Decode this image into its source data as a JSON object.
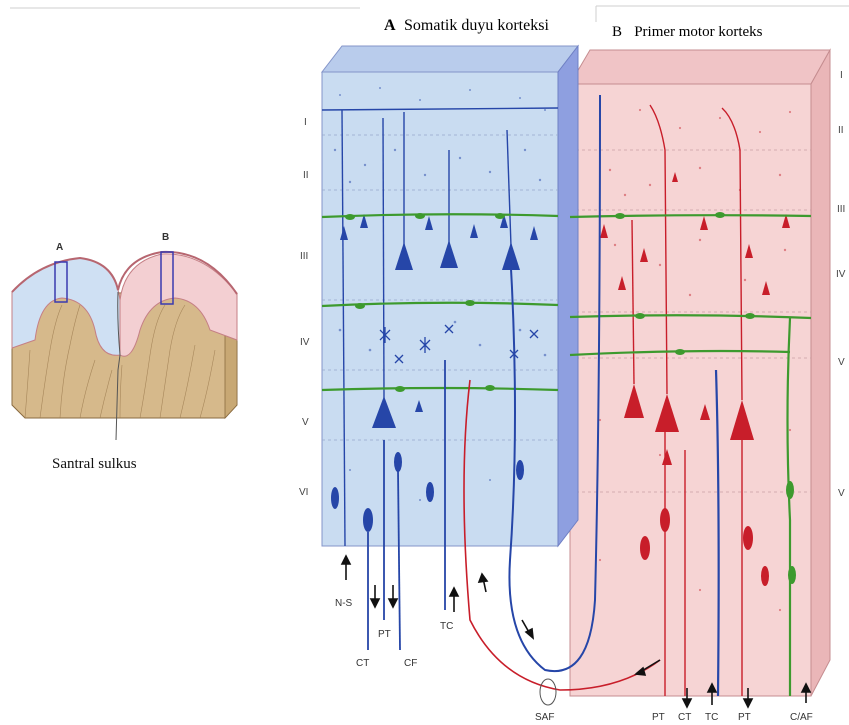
{
  "titles": {
    "a_bold": "A",
    "a_text": "Somatik duyu korteksi",
    "b_letter": "B",
    "b_text": "Primer motor korteks"
  },
  "inset": {
    "label_a": "A",
    "label_b": "B",
    "caption": "Santral sulkus"
  },
  "layers_a": [
    "I",
    "II",
    "III",
    "IV",
    "V",
    "VI"
  ],
  "layers_b": [
    "I",
    "II",
    "III",
    "IV",
    "V",
    "V"
  ],
  "fibers_a": {
    "ns": "N-S",
    "ct": "CT",
    "pt": "PT",
    "cf": "CF",
    "tc": "TC"
  },
  "saf": "SAF",
  "fibers_b": {
    "pt1": "PT",
    "ct": "CT",
    "tc": "TC",
    "pt2": "PT",
    "caf": "C/AF"
  },
  "colors": {
    "sensory_block": "#c9dcf1",
    "sensory_side": "#8e9fe0",
    "motor_block": "#f6d4d4",
    "motor_side": "#eab6b8",
    "neuron_blue": "#2646a8",
    "neuron_red": "#c81e2a",
    "fiber_green": "#3d9a2e"
  }
}
